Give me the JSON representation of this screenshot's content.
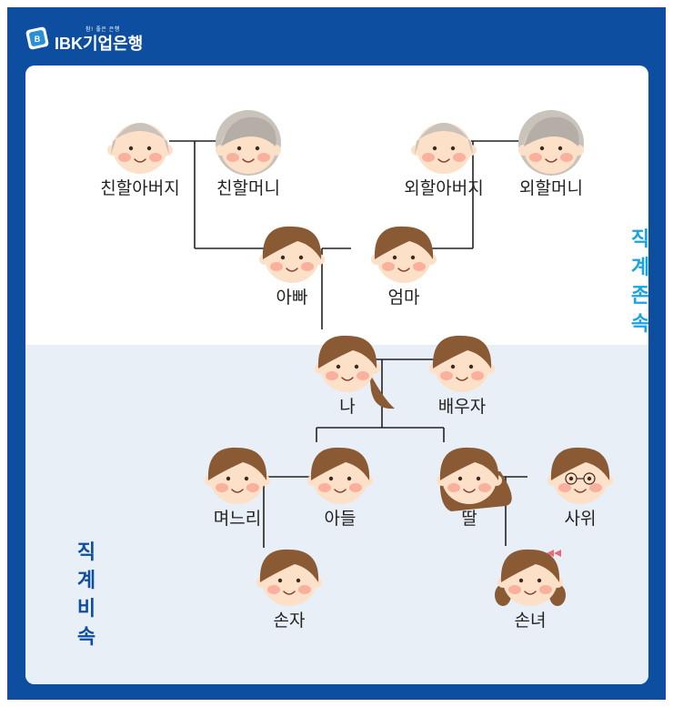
{
  "header": {
    "logo_slogan": "참! 좋은 은행",
    "logo_brand_latin": "IBK",
    "logo_brand_korean": "기업은행"
  },
  "section_labels": {
    "ascendants": [
      "직",
      "계",
      "존",
      "속"
    ],
    "descendants": [
      "직",
      "계",
      "비",
      "속"
    ]
  },
  "people": [
    {
      "id": "paternal_grandfather",
      "label": "친할아버지",
      "icon": "grandfather-face"
    },
    {
      "id": "paternal_grandmother",
      "label": "친할머니",
      "icon": "grandmother-face"
    },
    {
      "id": "maternal_grandfather",
      "label": "외할아버지",
      "icon": "grandfather-face"
    },
    {
      "id": "maternal_grandmother",
      "label": "외할머니",
      "icon": "grandmother-face"
    },
    {
      "id": "father",
      "label": "아빠",
      "icon": "man-face"
    },
    {
      "id": "mother",
      "label": "엄마",
      "icon": "woman-face"
    },
    {
      "id": "me",
      "label": "나",
      "icon": "woman-ponytail-face"
    },
    {
      "id": "spouse",
      "label": "배우자",
      "icon": "man-face"
    },
    {
      "id": "daughter_in_law",
      "label": "며느리",
      "icon": "woman-face"
    },
    {
      "id": "son",
      "label": "아들",
      "icon": "man-face"
    },
    {
      "id": "daughter",
      "label": "딸",
      "icon": "woman-long-hair-face"
    },
    {
      "id": "son_in_law",
      "label": "사위",
      "icon": "man-glasses-face"
    },
    {
      "id": "grandson",
      "label": "손자",
      "icon": "boy-face"
    },
    {
      "id": "granddaughter",
      "label": "손녀",
      "icon": "girl-pigtails-face"
    }
  ],
  "colors": {
    "frame": "#0d4ea1",
    "ascendant_label": "#1aa3e0",
    "descendant_label": "#0d4ea1",
    "lower_background": "#e9eff6",
    "skin": "#fde0c8",
    "hair_brown": "#8a5a35",
    "hair_gray": "#c9c3bb"
  }
}
